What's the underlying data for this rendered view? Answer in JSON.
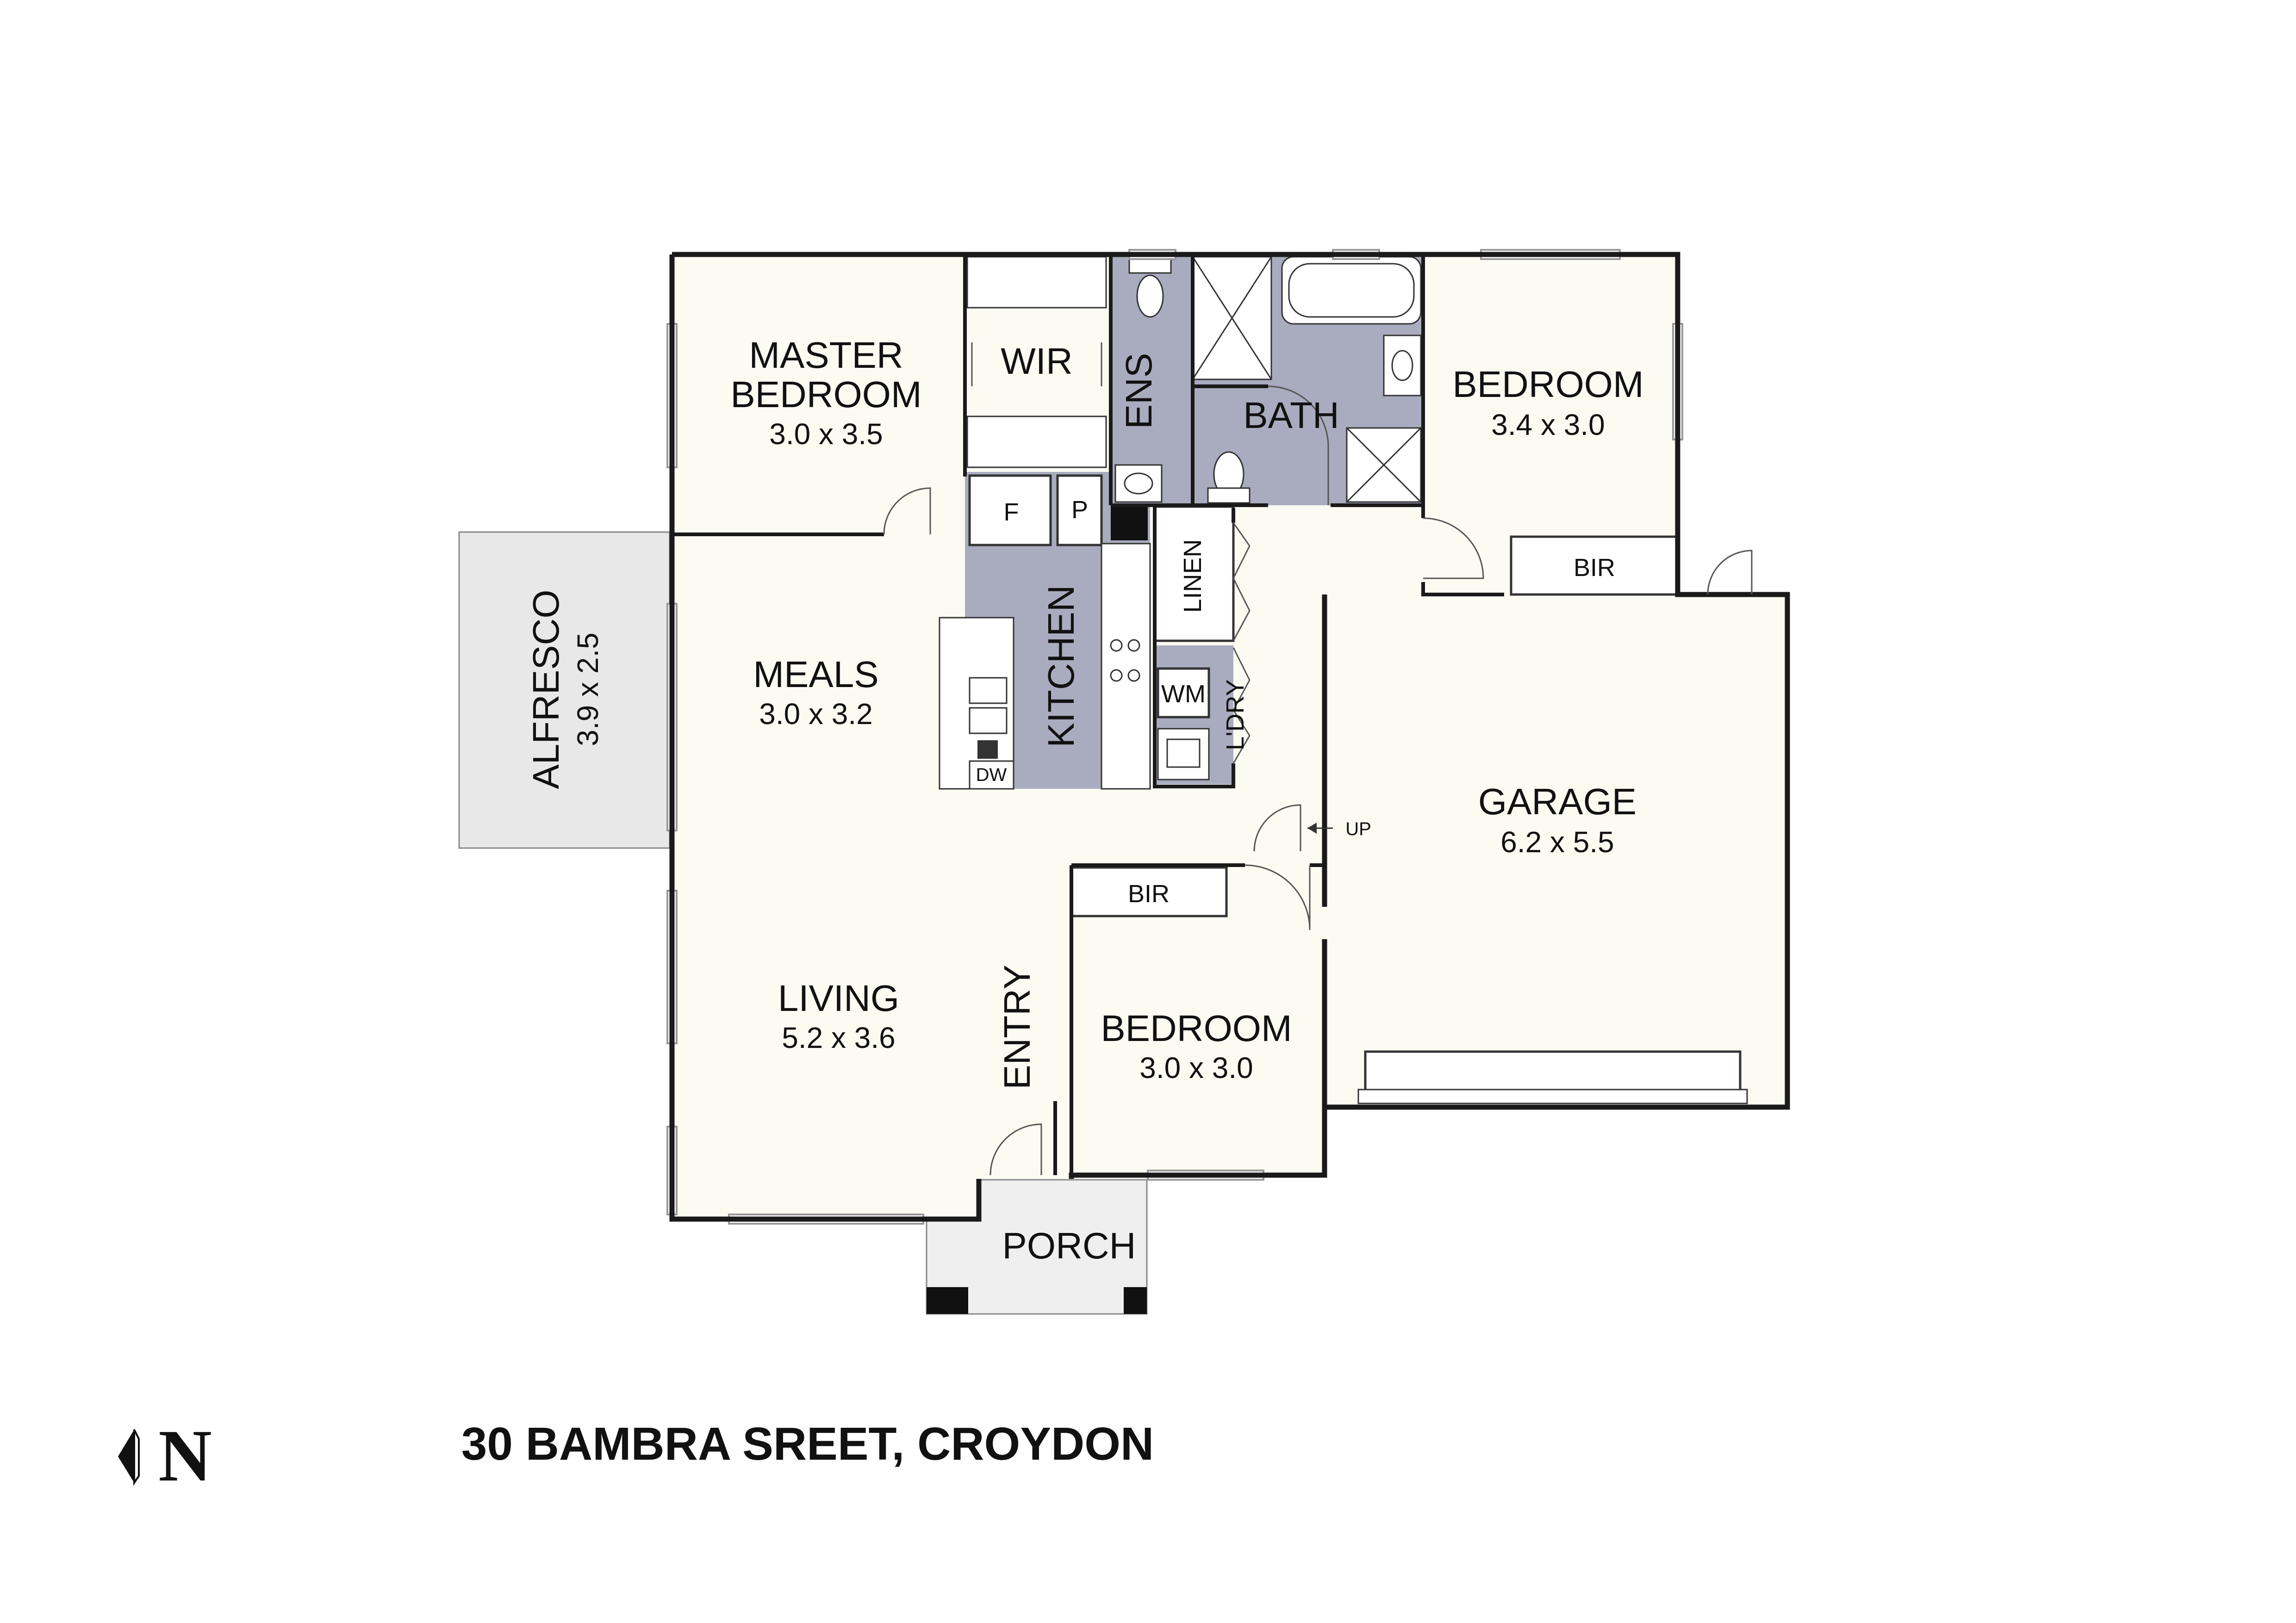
{
  "address": "30 BAMBRA SREET, CROYDON",
  "compass_label": "N",
  "colors": {
    "floor": "#fbfbf2",
    "wet_area": "#a9abbe",
    "outdoor": "#e8e8e8",
    "wall": "#1a1a1a"
  },
  "rooms": {
    "master_bedroom": {
      "name_line1": "MASTER",
      "name_line2": "BEDROOM",
      "size": "3.0 x 3.5"
    },
    "wir": {
      "name": "WIR"
    },
    "ens": {
      "name": "ENS"
    },
    "bath": {
      "name": "BATH"
    },
    "bedroom_ne": {
      "name": "BEDROOM",
      "size": "3.4 x 3.0"
    },
    "bir_ne": {
      "name": "BIR"
    },
    "fridge": {
      "name": "F"
    },
    "pantry": {
      "name": "P"
    },
    "kitchen": {
      "name": "KITCHEN"
    },
    "linen": {
      "name": "LINEN"
    },
    "wm": {
      "name": "WM"
    },
    "laundry": {
      "name": "L'DRY"
    },
    "dw": {
      "name": "DW"
    },
    "alfresco": {
      "name": "ALFRESCO",
      "size": "3.9 x 2.5"
    },
    "meals": {
      "name": "MEALS",
      "size": "3.0 x 3.2"
    },
    "garage": {
      "name": "GARAGE",
      "size": "6.2 x 5.5"
    },
    "up": {
      "name": "UP"
    },
    "bir_se": {
      "name": "BIR"
    },
    "living": {
      "name": "LIVING",
      "size": "5.2 x 3.6"
    },
    "entry": {
      "name": "ENTRY"
    },
    "bedroom_se": {
      "name": "BEDROOM",
      "size": "3.0 x 3.0"
    },
    "porch": {
      "name": "PORCH"
    }
  }
}
